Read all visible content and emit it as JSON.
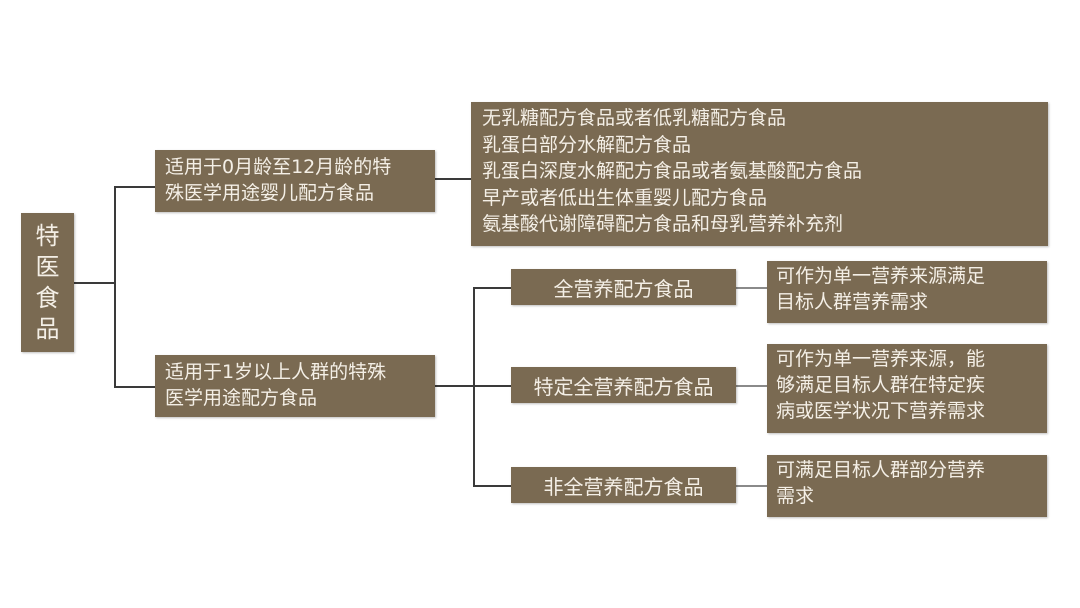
{
  "root": {
    "label": "特医食品",
    "chars": [
      "特",
      "医",
      "食",
      "品"
    ]
  },
  "categories": [
    {
      "lines": [
        "适用于0月龄至12月龄的特",
        "殊医学用途婴儿配方食品"
      ],
      "items": [
        "无乳糖配方食品或者低乳糖配方食品",
        "乳蛋白部分水解配方食品",
        "乳蛋白深度水解配方食品或者氨基酸配方食品",
        "早产或者低出生体重婴儿配方食品",
        "氨基酸代谢障碍配方食品和母乳营养补充剂"
      ]
    },
    {
      "lines": [
        "适用于1岁以上人群的特殊",
        "医学用途配方食品"
      ],
      "subtypes": [
        {
          "label": "全营养配方食品",
          "desc": [
            "可作为单一营养来源满足",
            "目标人群营养需求"
          ]
        },
        {
          "label": "特定全营养配方食品",
          "desc": [
            "可作为单一营养来源，能",
            "够满足目标人群在特定疾",
            "病或医学状况下营养需求"
          ]
        },
        {
          "label": "非全营养配方食品",
          "desc": [
            "可满足目标人群部分营养",
            "需求"
          ]
        }
      ]
    }
  ],
  "colors": {
    "box": "#7a6a52",
    "text": "#f4efe6",
    "line": "#3a3a3a"
  }
}
